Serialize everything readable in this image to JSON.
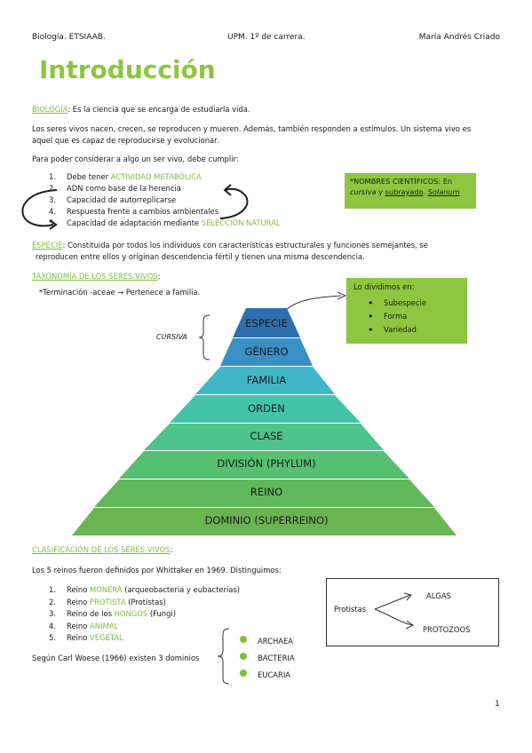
{
  "header": {
    "left": "Biología. ETSIAAB.",
    "center": "UPM. 1º de carrera.",
    "right": "María Andrés Criado"
  },
  "title": "Introducción",
  "biologia": {
    "term": "BIOLOGÍA",
    "definition": ": Es la ciencia que se encarga de estudiarla vida."
  },
  "para1": {
    "line1": "Los seres vivos nacen, crecen, se reproducen y mueren. Además, también responden a estímulos. Un sistema vivo es",
    "line2": "aquel que es capaz de reproducirse y evolucionar."
  },
  "para2": "Para poder considerar a algo un ser vivo, debe cumplir:",
  "requirements": [
    {
      "num": "1.",
      "text": "Debe tener ",
      "highlight": "ACTIVIDAD METABÓLICA"
    },
    {
      "num": "2.",
      "text": "ADN como base de la herencia",
      "highlight": ""
    },
    {
      "num": "3.",
      "text": "Capacidad de autorreplicarse",
      "highlight": ""
    },
    {
      "num": "4.",
      "text": "Respuesta frente a cambios ambientales",
      "highlight": ""
    },
    {
      "num": "5.",
      "text": "Capacidad de adaptación mediante ",
      "highlight": "SELECCIÓN NATURAL"
    }
  ],
  "note": {
    "line1": "*NOMBRES CIENTÍFICOS: En",
    "cursiva": "cursiva",
    "y": " y ",
    "subrayado": "subrayado",
    "dot": ". ",
    "example": "Solanum"
  },
  "especie": {
    "term": "ESPECIE",
    "line1": ": Constituida por todos los individuos con características estructurales y funciones semejantes, se",
    "line2": "reproducen entre ellos y originan descendencia fértil y tienen una misma descendencia."
  },
  "taxonomia": {
    "heading": "TAXONOMÍA DE LOS SERES VIVOS",
    "colon": ":",
    "note": "*Terminación -aceae → Pertenece a familia."
  },
  "divbox": {
    "title": "Lo dividimos en:",
    "items": [
      "Subespecie",
      "Forma",
      "Variedad"
    ]
  },
  "cursiva_label": "CURSIVA",
  "pyramid": {
    "levels": [
      {
        "label": "ESPECIE",
        "color": "#2c6fb0"
      },
      {
        "label": "GÉNERO",
        "color": "#3a8fc4"
      },
      {
        "label": "FAMILIA",
        "color": "#40b6c7"
      },
      {
        "label": "ORDEN",
        "color": "#45c3a8"
      },
      {
        "label": "CLASE",
        "color": "#4dc48a"
      },
      {
        "label": "DIVISIÓN (PHYLUM)",
        "color": "#55c070"
      },
      {
        "label": "REINO",
        "color": "#5fb95a"
      },
      {
        "label": "DOMINIO (SUPERREINO)",
        "color": "#6ab452"
      }
    ]
  },
  "clasificacion": {
    "heading": "CLASIFICACIÓN DE LOS SERES VIVOS",
    "colon": ":",
    "intro": "Los 5 reinos fueron definidos por Whittaker en 1969. Distinguimos:"
  },
  "reinos": [
    {
      "num": "1.",
      "pre": "Reino ",
      "name": "MONERA",
      "post": " (arqueobacteria y eubacterias)"
    },
    {
      "num": "2.",
      "pre": "Reino ",
      "name": "PROTISTA",
      "post": " (Protistas)"
    },
    {
      "num": "3.",
      "pre": "Reino de los ",
      "name": "HONGOS",
      "post": " (Fungi)"
    },
    {
      "num": "4.",
      "pre": "Reino ",
      "name": "ANIMAL",
      "post": ""
    },
    {
      "num": "5.",
      "pre": "Reino ",
      "name": "VEGETAL",
      "post": ""
    }
  ],
  "woese": "Según Carl Woese (1966) existen 3 dominios",
  "dominios": [
    "ARCHAEA",
    "BACTERIA",
    "EUCARIA"
  ],
  "protistas": {
    "label": "Protistas",
    "top": "ALGAS",
    "bottom": "PROTOZOOS"
  },
  "page_number": "1"
}
